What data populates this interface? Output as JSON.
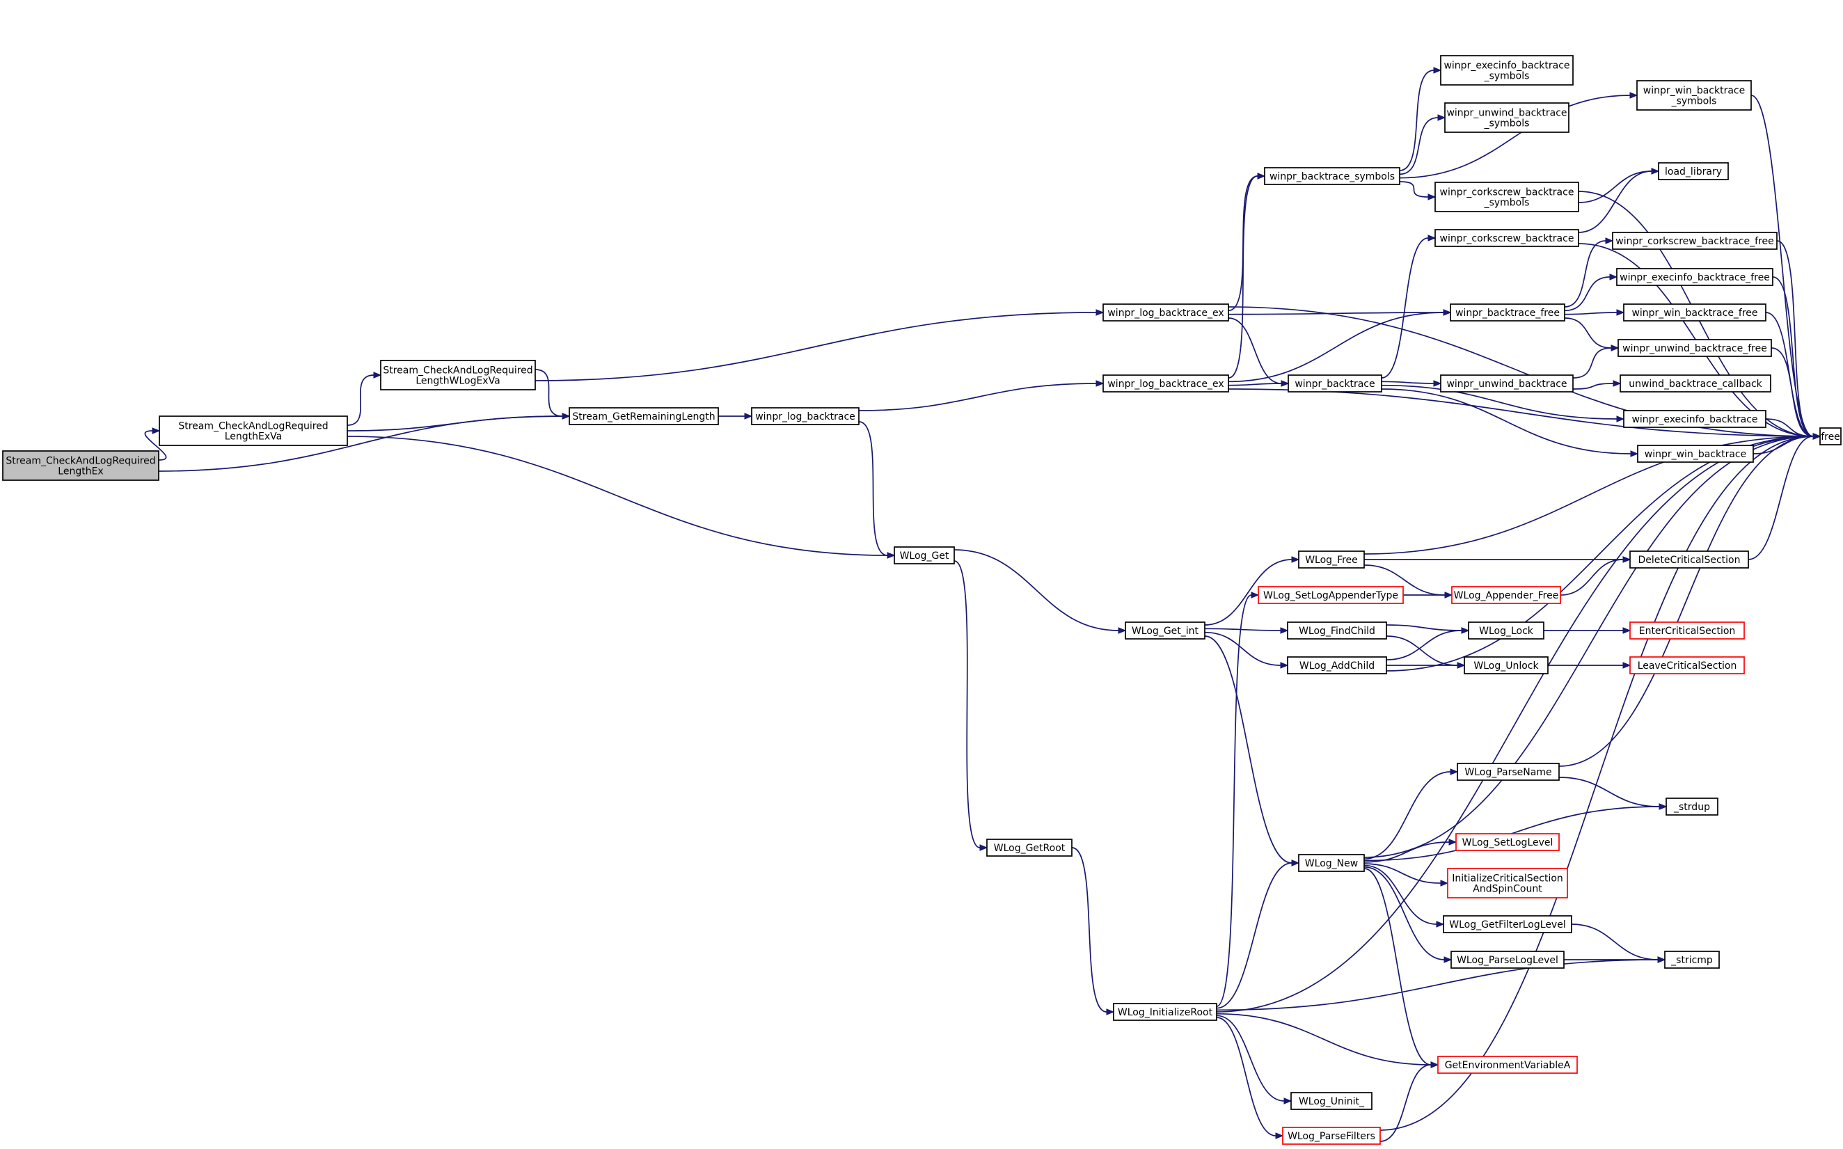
{
  "nodes": [
    {
      "id": "root",
      "lines": [
        "Stream_CheckAndLogRequired",
        "LengthEx"
      ],
      "style": "root"
    },
    {
      "id": "exva",
      "lines": [
        "Stream_CheckAndLogRequired",
        "LengthExVa"
      ]
    },
    {
      "id": "wlogexva",
      "lines": [
        "Stream_CheckAndLogRequired",
        "LengthWLogExVa"
      ]
    },
    {
      "id": "getrem",
      "lines": [
        "Stream_GetRemainingLength"
      ]
    },
    {
      "id": "logbt",
      "lines": [
        "winpr_log_backtrace"
      ]
    },
    {
      "id": "logbtex1",
      "lines": [
        "winpr_log_backtrace_ex"
      ]
    },
    {
      "id": "logbtex2",
      "lines": [
        "winpr_log_backtrace_ex"
      ]
    },
    {
      "id": "wlogget",
      "lines": [
        "WLog_Get"
      ]
    },
    {
      "id": "getroot",
      "lines": [
        "WLog_GetRoot"
      ]
    },
    {
      "id": "getint",
      "lines": [
        "WLog_Get_int"
      ]
    },
    {
      "id": "initroot",
      "lines": [
        "WLog_InitializeRoot"
      ]
    },
    {
      "id": "btsym",
      "lines": [
        "winpr_backtrace_symbols"
      ]
    },
    {
      "id": "bt",
      "lines": [
        "winpr_backtrace"
      ]
    },
    {
      "id": "btfree",
      "lines": [
        "winpr_backtrace_free"
      ]
    },
    {
      "id": "execsym",
      "lines": [
        "winpr_execinfo_backtrace",
        "_symbols"
      ]
    },
    {
      "id": "unwsym",
      "lines": [
        "winpr_unwind_backtrace",
        "_symbols"
      ]
    },
    {
      "id": "corksym",
      "lines": [
        "winpr_corkscrew_backtrace",
        "_symbols"
      ]
    },
    {
      "id": "cork",
      "lines": [
        "winpr_corkscrew_backtrace"
      ]
    },
    {
      "id": "unwbt",
      "lines": [
        "winpr_unwind_backtrace"
      ]
    },
    {
      "id": "winsym",
      "lines": [
        "winpr_win_backtrace",
        "_symbols"
      ]
    },
    {
      "id": "loadlib",
      "lines": [
        "load_library"
      ]
    },
    {
      "id": "corkfree",
      "lines": [
        "winpr_corkscrew_backtrace_free"
      ]
    },
    {
      "id": "execfree",
      "lines": [
        "winpr_execinfo_backtrace_free"
      ]
    },
    {
      "id": "winfree",
      "lines": [
        "winpr_win_backtrace_free"
      ]
    },
    {
      "id": "unwfree",
      "lines": [
        "winpr_unwind_backtrace_free"
      ]
    },
    {
      "id": "unwcb",
      "lines": [
        "unwind_backtrace_callback"
      ]
    },
    {
      "id": "execbt",
      "lines": [
        "winpr_execinfo_backtrace"
      ]
    },
    {
      "id": "winbt",
      "lines": [
        "winpr_win_backtrace"
      ]
    },
    {
      "id": "free",
      "lines": [
        "free"
      ]
    },
    {
      "id": "wfree",
      "lines": [
        "WLog_Free"
      ]
    },
    {
      "id": "setapp",
      "lines": [
        "WLog_SetLogAppenderType"
      ],
      "style": "trunc"
    },
    {
      "id": "findchild",
      "lines": [
        "WLog_FindChild"
      ]
    },
    {
      "id": "addchild",
      "lines": [
        "WLog_AddChild"
      ]
    },
    {
      "id": "appfree",
      "lines": [
        "WLog_Appender_Free"
      ],
      "style": "trunc"
    },
    {
      "id": "delcs",
      "lines": [
        "DeleteCriticalSection"
      ]
    },
    {
      "id": "lock",
      "lines": [
        "WLog_Lock"
      ]
    },
    {
      "id": "unlock",
      "lines": [
        "WLog_Unlock"
      ]
    },
    {
      "id": "entercs",
      "lines": [
        "EnterCriticalSection"
      ],
      "style": "trunc"
    },
    {
      "id": "leavecs",
      "lines": [
        "LeaveCriticalSection"
      ],
      "style": "trunc"
    },
    {
      "id": "wnew",
      "lines": [
        "WLog_New"
      ]
    },
    {
      "id": "parsename",
      "lines": [
        "WLog_ParseName"
      ]
    },
    {
      "id": "strdup",
      "lines": [
        "_strdup"
      ]
    },
    {
      "id": "setlevel",
      "lines": [
        "WLog_SetLogLevel"
      ],
      "style": "trunc"
    },
    {
      "id": "initcs",
      "lines": [
        "InitializeCriticalSection",
        "AndSpinCount"
      ],
      "style": "trunc"
    },
    {
      "id": "getfilter",
      "lines": [
        "WLog_GetFilterLogLevel"
      ]
    },
    {
      "id": "parselevel",
      "lines": [
        "WLog_ParseLogLevel"
      ]
    },
    {
      "id": "stricmp",
      "lines": [
        "_stricmp"
      ]
    },
    {
      "id": "getenv",
      "lines": [
        "GetEnvironmentVariableA"
      ],
      "style": "trunc"
    },
    {
      "id": "uninit",
      "lines": [
        "WLog_Uninit_"
      ]
    },
    {
      "id": "parsefilters",
      "lines": [
        "WLog_ParseFilters"
      ],
      "style": "trunc"
    }
  ],
  "edges": [
    [
      "root",
      "exva"
    ],
    [
      "root",
      "getrem"
    ],
    [
      "exva",
      "wlogexva"
    ],
    [
      "exva",
      "getrem"
    ],
    [
      "exva",
      "wlogget"
    ],
    [
      "wlogexva",
      "getrem"
    ],
    [
      "wlogexva",
      "logbtex1"
    ],
    [
      "getrem",
      "logbt"
    ],
    [
      "logbt",
      "logbtex2"
    ],
    [
      "logbt",
      "wlogget"
    ],
    [
      "logbtex1",
      "free"
    ],
    [
      "logbtex1",
      "btsym"
    ],
    [
      "logbtex1",
      "btfree"
    ],
    [
      "logbtex1",
      "bt"
    ],
    [
      "logbtex2",
      "btsym"
    ],
    [
      "logbtex2",
      "btfree"
    ],
    [
      "logbtex2",
      "bt"
    ],
    [
      "logbtex2",
      "free"
    ],
    [
      "btsym",
      "execsym"
    ],
    [
      "btsym",
      "unwsym"
    ],
    [
      "btsym",
      "winsym"
    ],
    [
      "btsym",
      "corksym"
    ],
    [
      "corksym",
      "free"
    ],
    [
      "corksym",
      "loadlib"
    ],
    [
      "cork",
      "loadlib"
    ],
    [
      "cork",
      "free"
    ],
    [
      "winsym",
      "free"
    ],
    [
      "bt",
      "cork"
    ],
    [
      "bt",
      "unwbt"
    ],
    [
      "bt",
      "execbt"
    ],
    [
      "bt",
      "winbt"
    ],
    [
      "btfree",
      "corkfree"
    ],
    [
      "btfree",
      "execfree"
    ],
    [
      "btfree",
      "winfree"
    ],
    [
      "btfree",
      "unwfree"
    ],
    [
      "corkfree",
      "free"
    ],
    [
      "execfree",
      "free"
    ],
    [
      "winfree",
      "free"
    ],
    [
      "unwfree",
      "free"
    ],
    [
      "unwbt",
      "unwfree"
    ],
    [
      "unwbt",
      "unwcb"
    ],
    [
      "execbt",
      "free"
    ],
    [
      "winbt",
      "free"
    ],
    [
      "wlogget",
      "getint"
    ],
    [
      "wlogget",
      "getroot"
    ],
    [
      "getroot",
      "initroot"
    ],
    [
      "getint",
      "wfree"
    ],
    [
      "getint",
      "findchild"
    ],
    [
      "getint",
      "addchild"
    ],
    [
      "getint",
      "wnew"
    ],
    [
      "wfree",
      "free"
    ],
    [
      "wfree",
      "delcs"
    ],
    [
      "wfree",
      "appfree"
    ],
    [
      "setapp",
      "appfree"
    ],
    [
      "appfree",
      "delcs"
    ],
    [
      "delcs",
      "free"
    ],
    [
      "findchild",
      "lock"
    ],
    [
      "findchild",
      "unlock"
    ],
    [
      "addchild",
      "lock"
    ],
    [
      "addchild",
      "unlock"
    ],
    [
      "addchild",
      "free"
    ],
    [
      "lock",
      "entercs"
    ],
    [
      "unlock",
      "leavecs"
    ],
    [
      "wnew",
      "free"
    ],
    [
      "wnew",
      "parsename"
    ],
    [
      "wnew",
      "strdup"
    ],
    [
      "wnew",
      "setlevel"
    ],
    [
      "wnew",
      "initcs"
    ],
    [
      "wnew",
      "getfilter"
    ],
    [
      "wnew",
      "parselevel"
    ],
    [
      "wnew",
      "getenv"
    ],
    [
      "parsename",
      "free"
    ],
    [
      "parsename",
      "strdup"
    ],
    [
      "getfilter",
      "stricmp"
    ],
    [
      "parselevel",
      "stricmp"
    ],
    [
      "initroot",
      "setapp"
    ],
    [
      "initroot",
      "wnew"
    ],
    [
      "initroot",
      "stricmp"
    ],
    [
      "initroot",
      "free"
    ],
    [
      "initroot",
      "getenv"
    ],
    [
      "initroot",
      "uninit"
    ],
    [
      "initroot",
      "parsefilters"
    ],
    [
      "parsefilters",
      "free"
    ],
    [
      "parsefilters",
      "getenv"
    ]
  ]
}
